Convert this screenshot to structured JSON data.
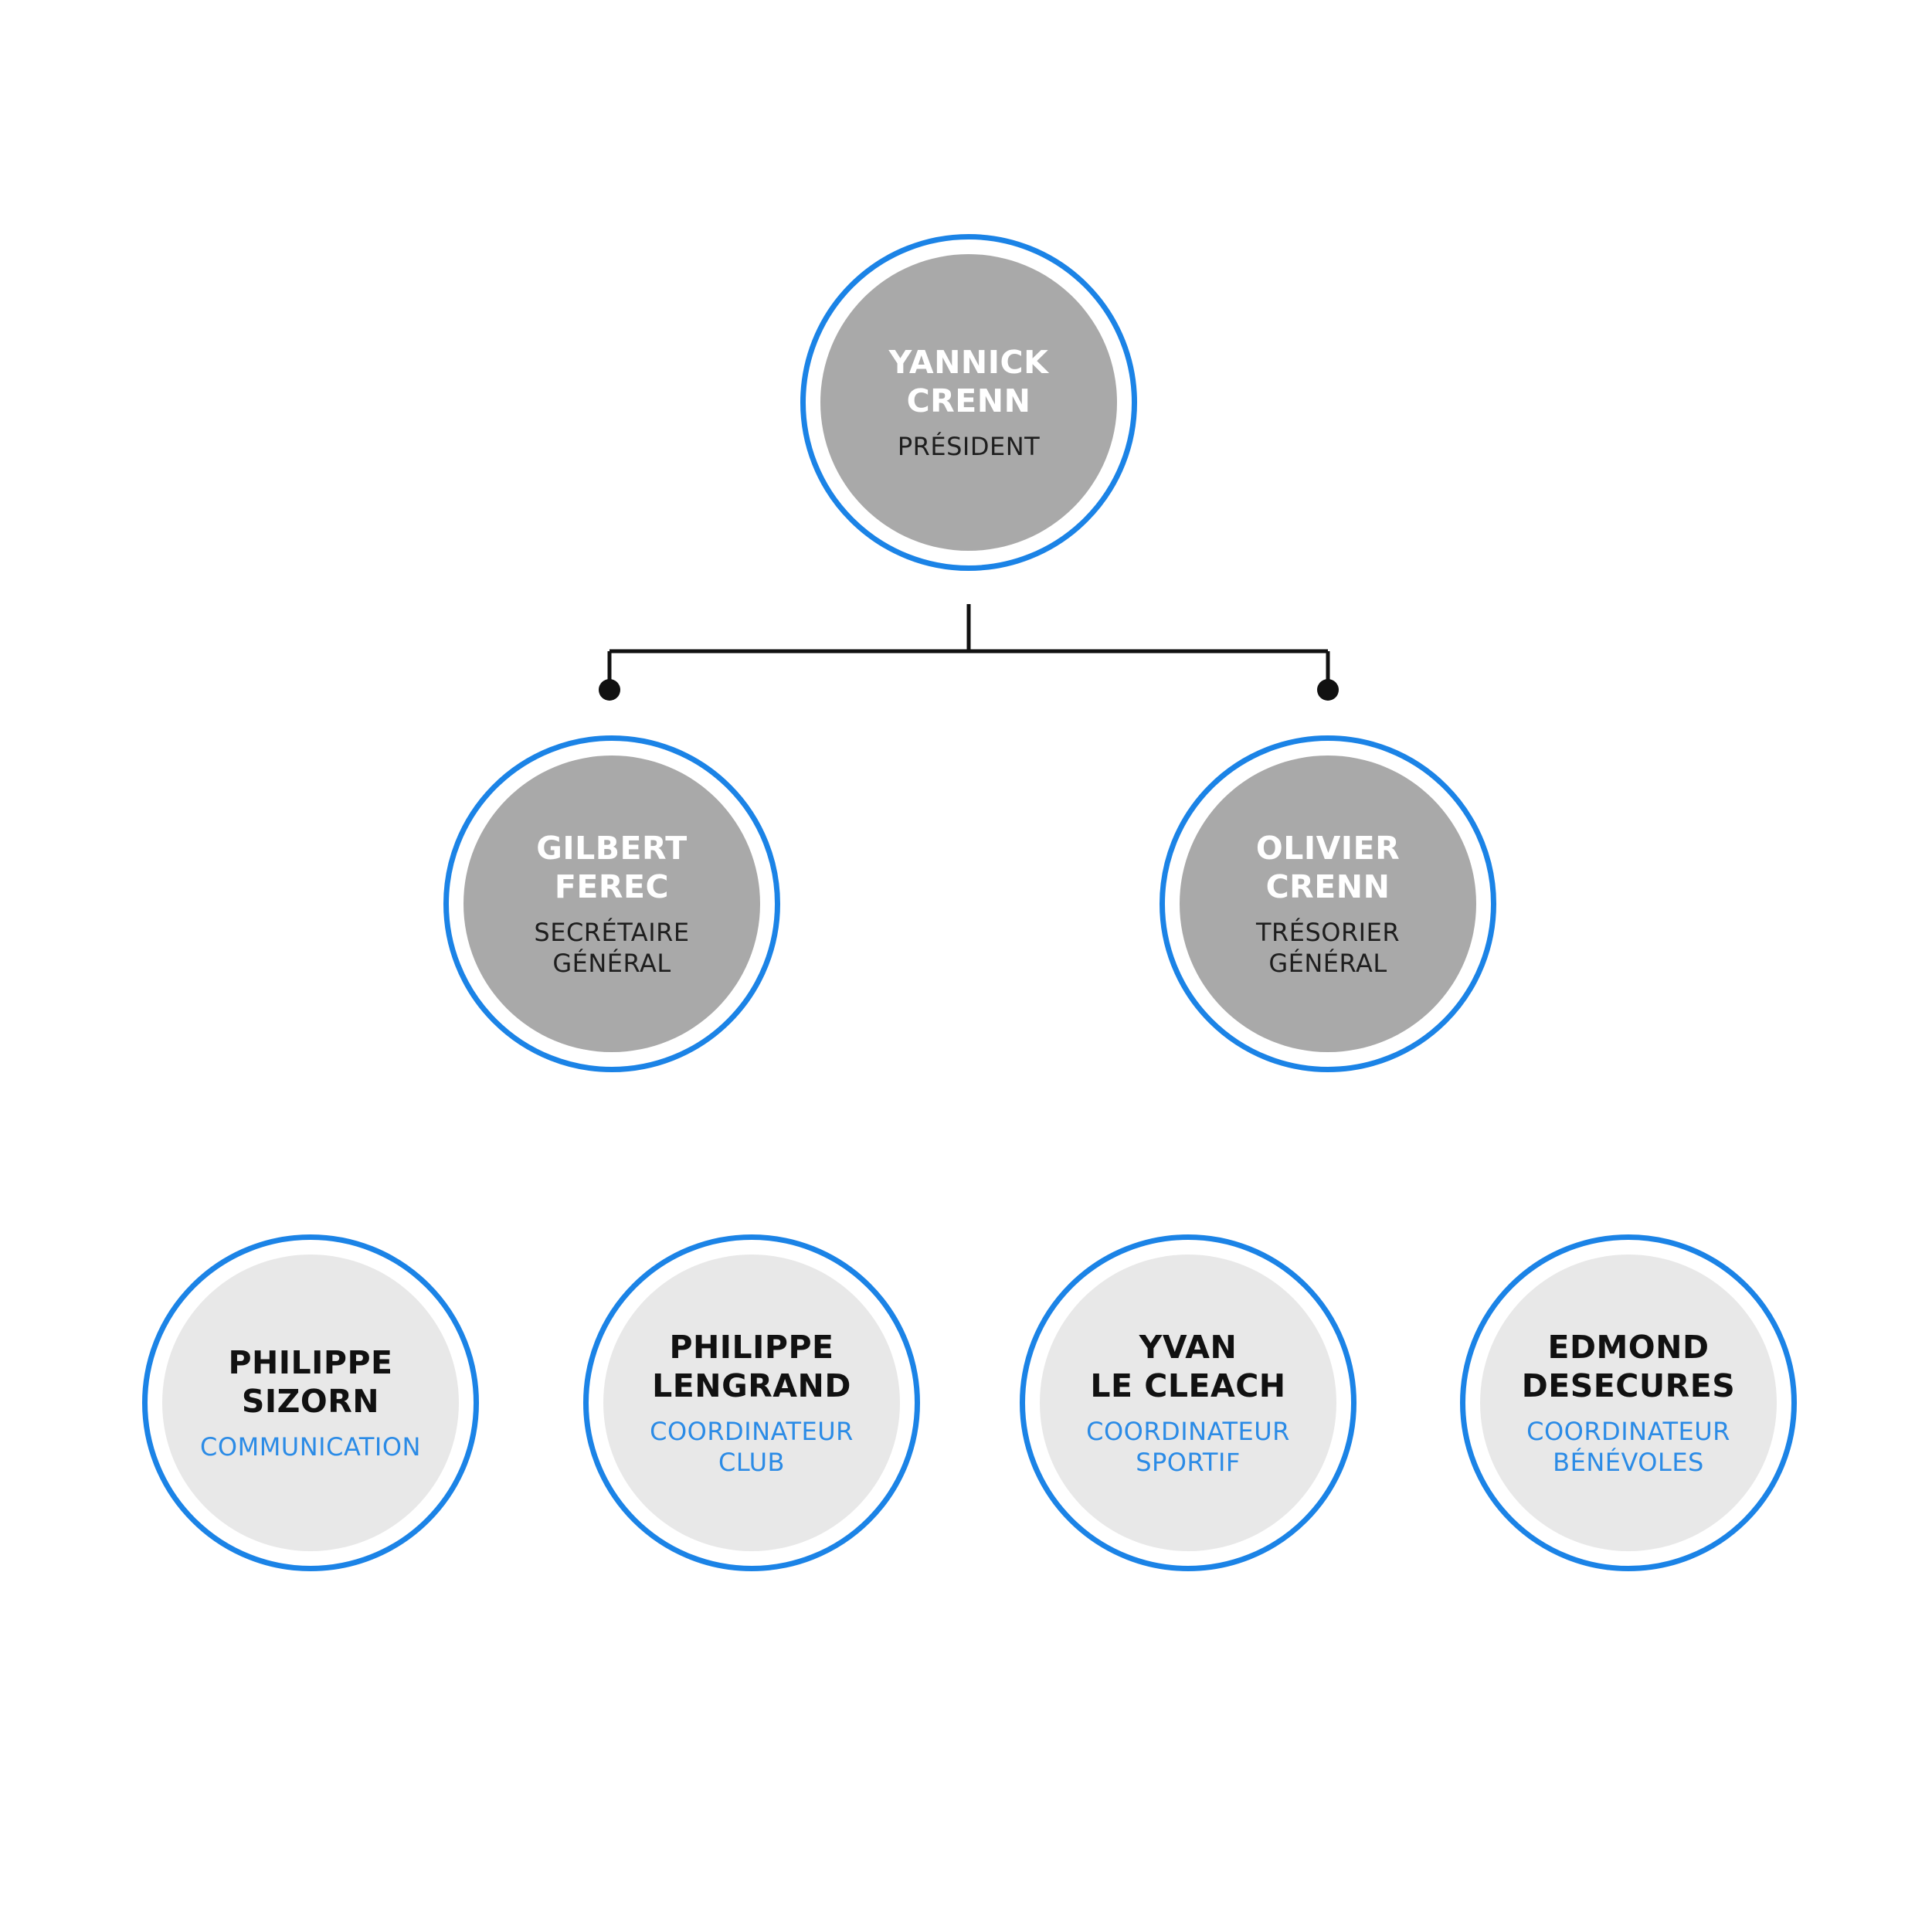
{
  "accent_color": "#1b83e6",
  "president": {
    "name": "YANNICK\nCRENN",
    "role": "PRÉSIDENT"
  },
  "secretary": {
    "name": "GILBERT\nFEREC",
    "role": "SECRÉTAIRE\nGÉNÉRAL"
  },
  "treasurer": {
    "name": "OLIVIER\nCRENN",
    "role": "TRÉSORIER\nGÉNÉRAL"
  },
  "members": [
    {
      "name": "PHILIPPE\nSIZORN",
      "role": "COMMUNICATION"
    },
    {
      "name": "PHILIPPE\nLENGRAND",
      "role": "COORDINATEUR\nCLUB"
    },
    {
      "name": "YVAN\nLE CLEACH",
      "role": "COORDINATEUR\nSPORTIF"
    },
    {
      "name": "EDMOND\nDESECURES",
      "role": "COORDINATEUR\nBÉNÉVOLES"
    }
  ]
}
